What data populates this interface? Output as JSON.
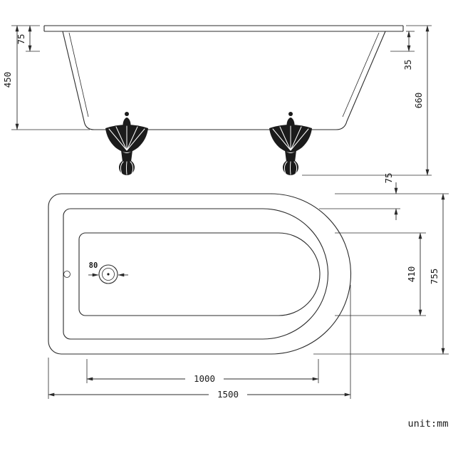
{
  "drawing": {
    "side_view": {
      "rim_height": "75",
      "tub_height": "450",
      "rim_drop": "35",
      "total_height": "660"
    },
    "plan_view": {
      "rim_width": "75",
      "drain_diameter": "80",
      "inner_width": "410",
      "overall_width": "755",
      "inner_length": "1000",
      "overall_length": "1500"
    },
    "footer": {
      "unit_label": "unit:mm"
    }
  }
}
